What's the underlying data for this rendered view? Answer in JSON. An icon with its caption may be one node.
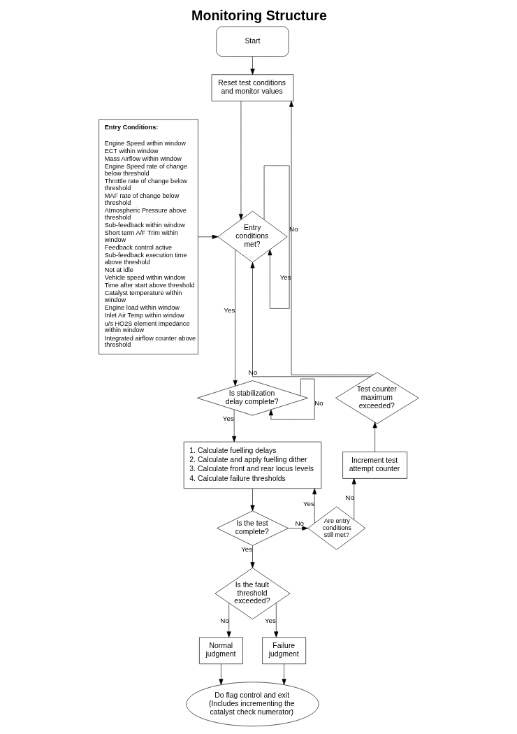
{
  "diagram": {
    "title": "Monitoring Structure",
    "nodes": [
      {
        "text": [
          "Start"
        ]
      },
      {
        "text": [
          "Reset test conditions and monitor values"
        ]
      },
      {
        "text": [
          "Entry Conditions:",
          "Engine Speed within window",
          "ECT within window",
          "Mass Airflow within window",
          "Engine Speed rate of change below threshold",
          "Throttle rate of change below threshold",
          "MAF rate of change below threshold",
          "Atmospheric Pressure above threshold",
          "Sub-feedback within window",
          "Short term A/F Trim within window",
          "Feedback control active",
          "Sub-feedback execution time above threshold",
          "Not at idle",
          "Vehicle speed within window",
          "Time after start above threshold",
          "Catalyst temperature within window",
          "Engine load within window",
          "Inlet Air Temp within window",
          "u/s HO2S element impedance within window",
          "Integrated airflow counter above threshold"
        ]
      },
      {
        "text": [
          "Entry conditions met?"
        ]
      },
      {
        "text": [
          "Test counter maximum exceeded?"
        ]
      },
      {
        "text": [
          "Is stabilization delay complete?"
        ]
      },
      {
        "text": [
          "1. Calculate fuelling delays",
          "2. Calculate and apply fuelling dither",
          "3. Calculate front and rear locus levels",
          "4. Calculate failure thresholds"
        ]
      },
      {
        "text": [
          "Increment test attempt counter"
        ]
      },
      {
        "text": [
          "Is the test complete?"
        ]
      },
      {
        "text": [
          "Are entry conditions still met?"
        ]
      },
      {
        "text": [
          "Is the fault threshold exceeded?"
        ]
      },
      {
        "text": [
          "Normal judgment"
        ]
      },
      {
        "text": [
          "Failure judgment"
        ]
      },
      {
        "text": [
          "Do flag control and exit",
          "(Includes incrementing the catalyst check numerator)"
        ]
      }
    ],
    "edges": [
      {
        "from": 0,
        "to": 1,
        "arrow": "to"
      },
      {
        "from": 1,
        "to": 3,
        "arrow": "to"
      },
      {
        "from": 2,
        "to": 3,
        "arrow": "to"
      },
      {
        "from": 3,
        "to": 3,
        "arrow": "to",
        "label": "No"
      },
      {
        "from": 3,
        "to": 5,
        "arrow": "to",
        "label": "Yes"
      },
      {
        "from": 5,
        "to": 5,
        "arrow": "to",
        "label": "No"
      },
      {
        "from": 4,
        "to": 3,
        "arrow": "to",
        "label": "No"
      },
      {
        "from": 4,
        "to": 1,
        "arrow": "to",
        "label": "Yes"
      },
      {
        "from": 5,
        "to": 6,
        "arrow": "to",
        "label": "Yes"
      },
      {
        "from": 6,
        "to": 8,
        "arrow": "to"
      },
      {
        "from": 8,
        "to": 9,
        "arrow": "to",
        "label": "No"
      },
      {
        "from": 9,
        "to": 6,
        "arrow": "to",
        "label": "Yes"
      },
      {
        "from": 9,
        "to": 7,
        "arrow": "to",
        "label": "No"
      },
      {
        "from": 7,
        "to": 4,
        "arrow": "to"
      },
      {
        "from": 8,
        "to": 10,
        "arrow": "to",
        "label": "Yes"
      },
      {
        "from": 10,
        "to": 11,
        "arrow": "to",
        "label": "No"
      },
      {
        "from": 10,
        "to": 12,
        "arrow": "to",
        "label": "Yes"
      },
      {
        "from": 11,
        "to": 13,
        "arrow": "to"
      },
      {
        "from": 12,
        "to": 13,
        "arrow": "to"
      }
    ]
  }
}
